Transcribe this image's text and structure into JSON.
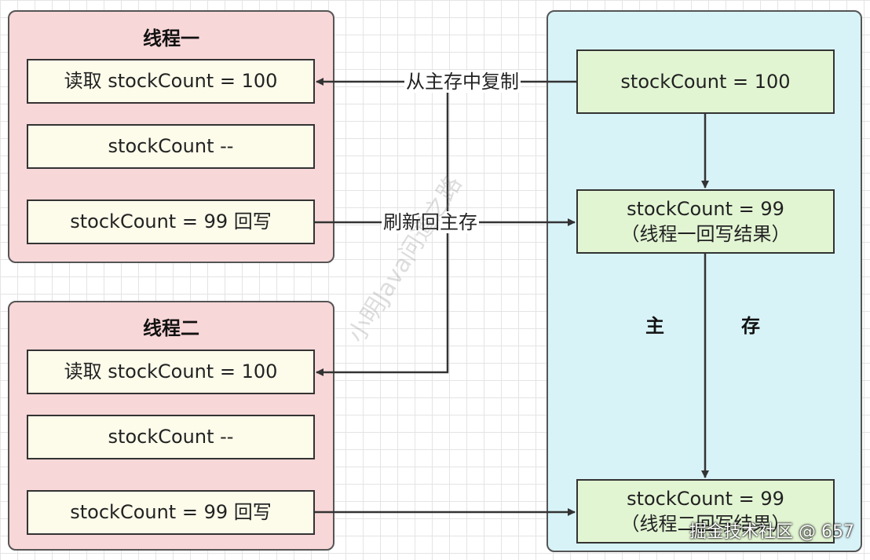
{
  "thread1": {
    "title": "线程一",
    "items": [
      "读取 stockCount = 100",
      "stockCount --",
      "stockCount = 99 回写"
    ]
  },
  "thread2": {
    "title": "线程二",
    "items": [
      "读取 stockCount = 100",
      "stockCount --",
      "stockCount = 99 回写"
    ]
  },
  "memory": {
    "label_left": "主",
    "label_right": "存",
    "boxes": [
      {
        "line1": "stockCount = 100",
        "line2": ""
      },
      {
        "line1": "stockCount = 99",
        "line2": "（线程一回写结果）"
      },
      {
        "line1": "stockCount = 99",
        "line2": "（线程二回写结果）"
      }
    ]
  },
  "edges": {
    "copy_label": "从主存中复制",
    "flush_label": "刷新回主存"
  },
  "watermark": "小明Java问道之路",
  "attribution": "掘金技术社区 @ 657"
}
